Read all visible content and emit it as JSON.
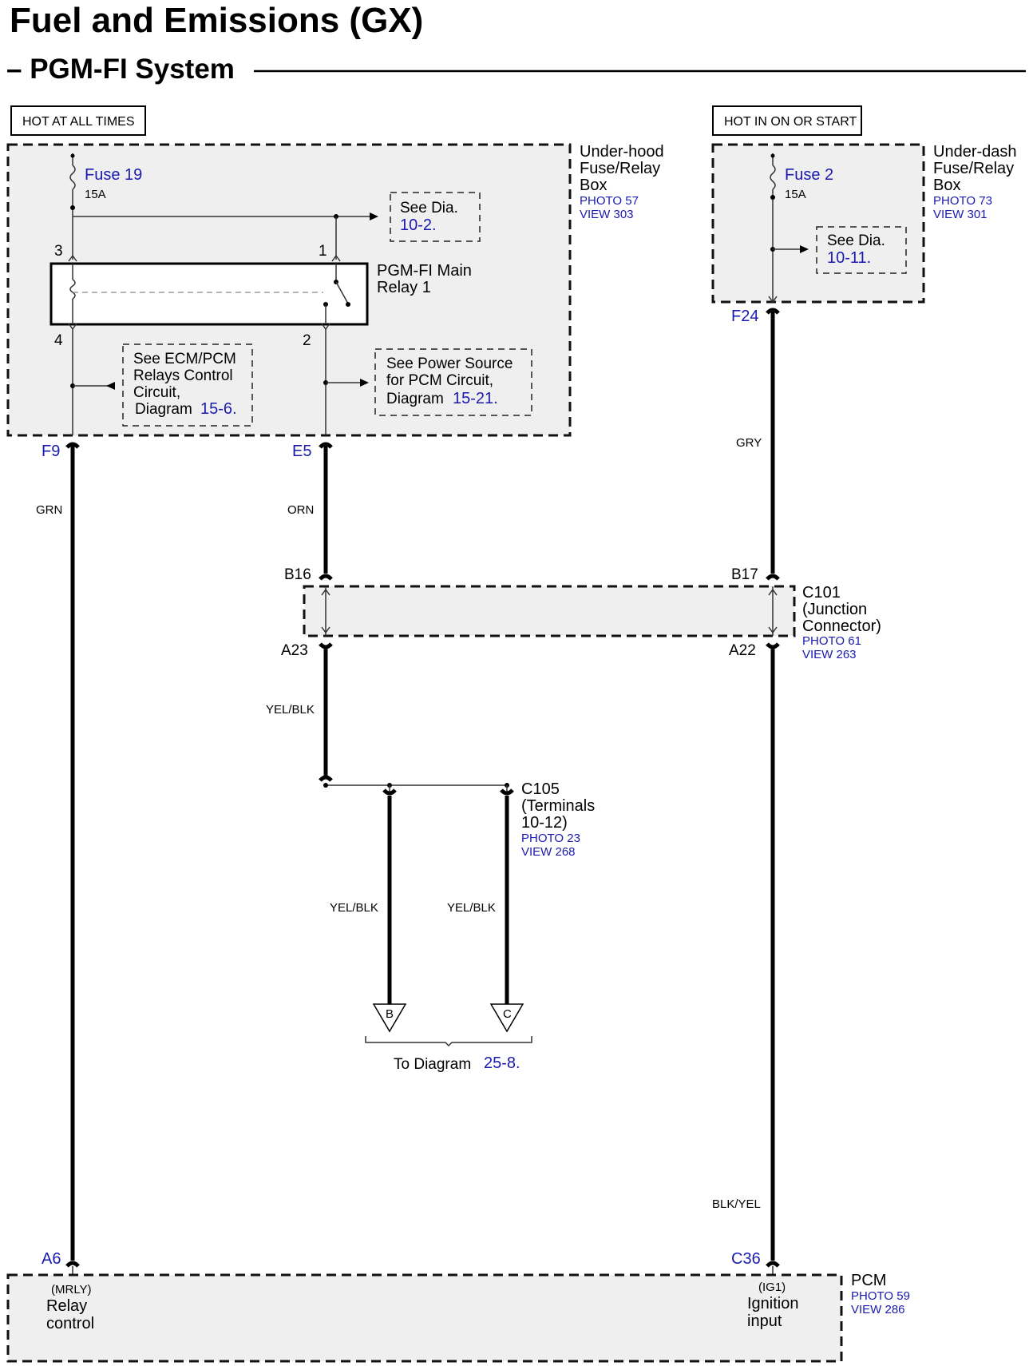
{
  "header": {
    "title": "Fuel and Emissions (GX)",
    "subtitle": "– PGM-FI System"
  },
  "power_labels": {
    "left": "HOT AT ALL TIMES",
    "right": "HOT IN ON OR START"
  },
  "underhood_box": {
    "name_lines": [
      "Under-hood",
      "Fuse/Relay",
      "Box"
    ],
    "photo": "PHOTO 57",
    "view": "VIEW 303",
    "fuse_name": "Fuse 19",
    "fuse_rating": "15A",
    "note_dia": {
      "prefix": "See  Dia.",
      "ref": "10-2."
    },
    "relay_name_lines": [
      "PGM-FI Main",
      "Relay 1"
    ],
    "relay_pins": [
      "3",
      "1",
      "4",
      "2"
    ],
    "note_ecm": {
      "lines": [
        "See ECM/PCM",
        "Relays Control",
        "Circuit,"
      ],
      "diagram": "Diagram",
      "ref": "15-6."
    },
    "note_power": {
      "lines": [
        "See Power Source",
        "for PCM Circuit,"
      ],
      "diagram": "Diagram",
      "ref": "15-21."
    }
  },
  "underdash_box": {
    "name_lines": [
      "Under-dash",
      "Fuse/Relay",
      "Box"
    ],
    "photo": "PHOTO 73",
    "view": "VIEW 301",
    "fuse_name": "Fuse 2",
    "fuse_rating": "15A",
    "note_dia": {
      "prefix": "See  Dia.",
      "ref": "10-11."
    }
  },
  "terminals": {
    "f9": "F9",
    "e5": "E5",
    "f24": "F24",
    "b16": "B16",
    "b17": "B17",
    "a23": "A23",
    "a22": "A22",
    "a6": "A6",
    "c36": "C36"
  },
  "wires": {
    "grn": "GRN",
    "orn": "ORN",
    "gry": "GRY",
    "yelblk_1": "YEL/BLK",
    "yelblk_2": "YEL/BLK",
    "yelblk_3": "YEL/BLK",
    "blkyel": "BLK/YEL"
  },
  "c101": {
    "name_lines": [
      "C101",
      "(Junction",
      "Connector)"
    ],
    "photo": "PHOTO 61",
    "view": "VIEW 263"
  },
  "c105": {
    "name_lines": [
      "C105",
      "(Terminals",
      "10-12)"
    ],
    "photo": "PHOTO 23",
    "view": "VIEW 268"
  },
  "outputs": {
    "b": "B",
    "c": "C",
    "to_diagram": "To  Diagram",
    "to_ref": "25-8."
  },
  "pcm": {
    "name": "PCM",
    "photo": "PHOTO 59",
    "view": "VIEW 286",
    "left_code": "(MRLY)",
    "left_lines": [
      "Relay",
      "control"
    ],
    "right_code": "(IG1)",
    "right_lines": [
      "Ignition",
      "input"
    ]
  }
}
